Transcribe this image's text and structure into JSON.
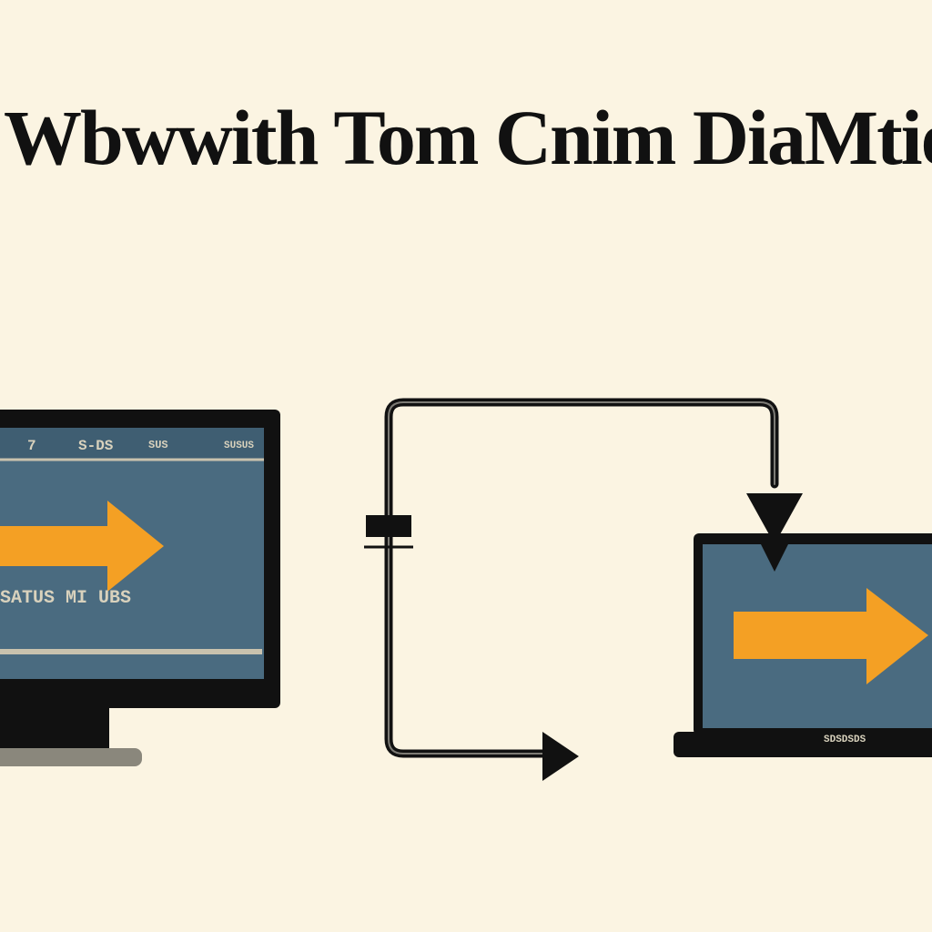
{
  "title": "Wbwwith Tom Cnim DiaMtiop",
  "desktop_monitor": {
    "toolbar_labels": [
      "7",
      "S-DS",
      "SUS",
      "SUSUS"
    ],
    "caption": "SATUS MI UBS"
  },
  "laptop": {
    "label": "SDSDSDS"
  },
  "connector": {
    "switch_label": ""
  },
  "colors": {
    "background": "#fbf4e2",
    "screen": "#4a6b80",
    "arrow": "#f4a024",
    "frame": "#111111"
  }
}
